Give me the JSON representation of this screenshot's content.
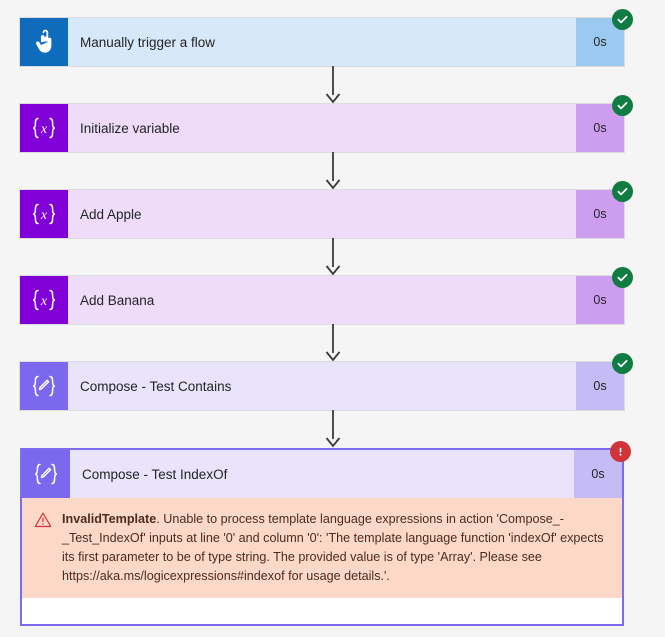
{
  "canvas": {
    "background_color": "#f5f5f5"
  },
  "colors": {
    "trigger_icon_bg": "#0f6cbd",
    "trigger_body_bg": "#d6e8fa",
    "trigger_duration_bg": "#9cc9f0",
    "variable_icon_bg": "#8000d7",
    "variable_body_bg": "#eedcfa",
    "variable_duration_bg": "#cd9ef0",
    "compose_icon_bg": "#7b68ee",
    "compose_body_bg": "#e9e4fc",
    "compose_duration_bg": "#c5bcf5",
    "success_badge": "#107c41",
    "failed_badge": "#d13438",
    "error_panel_bg": "#fbd8c8",
    "error_border": "#7e6cf0",
    "warning_icon": "#d13438",
    "connector_line": "#3b3a39"
  },
  "nodes": [
    {
      "id": "manually-trigger-a-flow",
      "title": "Manually trigger a flow",
      "duration": "0s",
      "status": "success",
      "icon": "tap-hand-icon",
      "kind": "trigger"
    },
    {
      "id": "initialize-variable",
      "title": "Initialize variable",
      "duration": "0s",
      "status": "success",
      "icon": "variable-braces-x-icon",
      "kind": "variable"
    },
    {
      "id": "add-apple",
      "title": "Add Apple",
      "duration": "0s",
      "status": "success",
      "icon": "variable-braces-x-icon",
      "kind": "variable"
    },
    {
      "id": "add-banana",
      "title": "Add Banana",
      "duration": "0s",
      "status": "success",
      "icon": "variable-braces-x-icon",
      "kind": "variable"
    },
    {
      "id": "compose-test-contains",
      "title": "Compose - Test Contains",
      "duration": "0s",
      "status": "success",
      "icon": "compose-braces-pencil-icon",
      "kind": "compose"
    },
    {
      "id": "compose-test-indexof",
      "title": "Compose - Test IndexOf",
      "duration": "0s",
      "status": "failed",
      "icon": "compose-braces-pencil-icon",
      "kind": "compose"
    }
  ],
  "error": {
    "code": "InvalidTemplate",
    "message": ". Unable to process template language expressions in action 'Compose_-_Test_IndexOf' inputs at line '0' and column '0': 'The template language function 'indexOf' expects its first parameter to be of type string. The provided value is of type 'Array'. Please see https://aka.ms/logicexpressions#indexof for usage details.'."
  }
}
